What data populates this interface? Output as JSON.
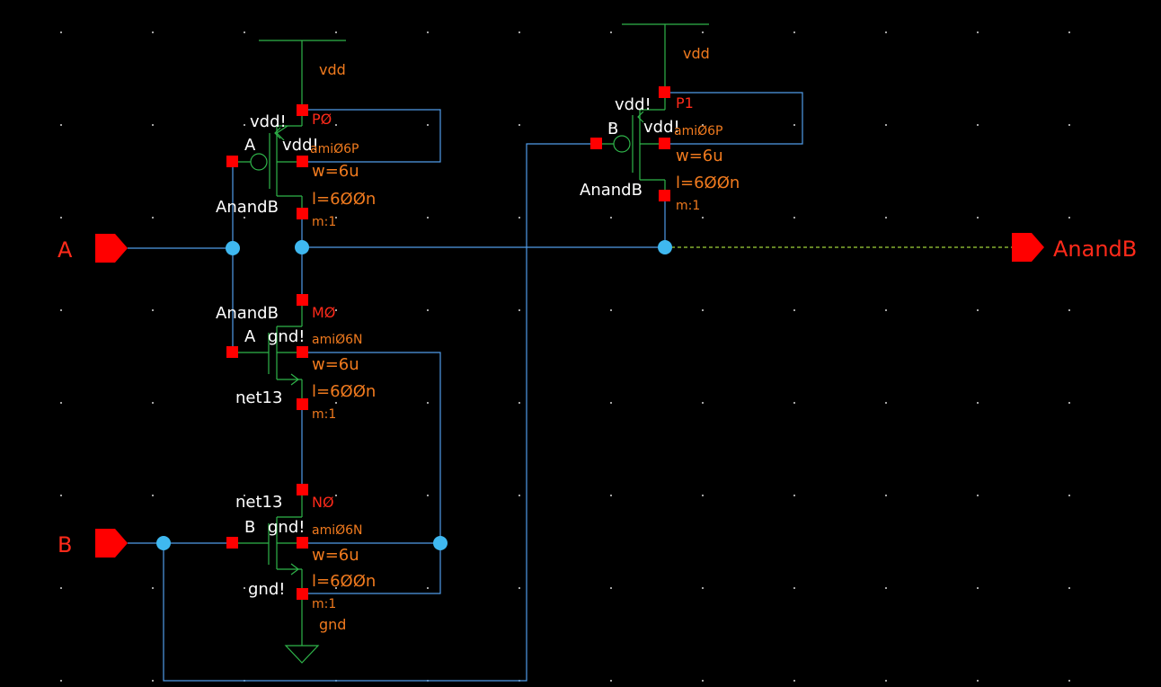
{
  "ports": {
    "A": "A",
    "B": "B",
    "AnandB": "AnandB"
  },
  "supplies": {
    "vdd_left": "vdd",
    "vdd_right": "vdd",
    "gnd": "gnd"
  },
  "transistors": {
    "P0": {
      "name": "PØ",
      "model": "amiØ6P",
      "w": "w=6u",
      "l": "l=6ØØn",
      "m": "m:1",
      "gate": "A",
      "source_net": "vdd!",
      "bulk_net": "vdd!",
      "drain_net": "AnandB"
    },
    "P1": {
      "name": "P1",
      "model": "amiØ6P",
      "w": "w=6u",
      "l": "l=6ØØn",
      "m": "m:1",
      "gate": "B",
      "source_net": "vdd!",
      "bulk_net": "vdd!",
      "drain_net": "AnandB"
    },
    "M0": {
      "name": "MØ",
      "model": "amiØ6N",
      "w": "w=6u",
      "l": "l=6ØØn",
      "m": "m:1",
      "gate": "A",
      "drain_net": "AnandB",
      "bulk_net": "gnd!",
      "source_net": "net13"
    },
    "N0": {
      "name": "NØ",
      "model": "amiØ6N",
      "w": "w=6u",
      "l": "l=6ØØn",
      "m": "m:1",
      "gate": "B",
      "drain_net": "net13",
      "bulk_net": "gnd!",
      "source_net": "gnd!"
    }
  },
  "colors": {
    "background": "#000000",
    "wire": "#4f9be8",
    "symbol": "#2fb54a",
    "pin": "#ff0000",
    "junction": "#3fb8f0",
    "instance_label": "#ff2a1a",
    "property_label": "#f07a1e",
    "net_label": "#ffffff"
  }
}
